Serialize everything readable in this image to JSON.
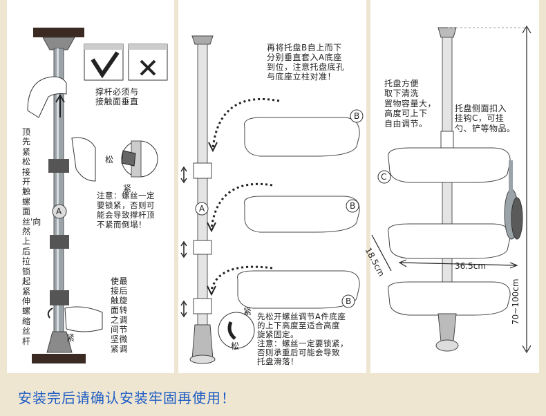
{
  "panel1": {
    "top_note": "撑杆必须与\n接触面垂直",
    "left_note": "顶先紧松接开触螺面丝'向然上后拉锁起紧伸螺缩丝杆",
    "loosen": "松",
    "tighten": "紧",
    "pole_label": "A",
    "warning": "注意：螺丝一定\n要锁紧，否则可\n能会导致撑杆顶\n不紧而倒塌！",
    "bottom_note": "使最\n接后\n触旋\n面转\n之调\n间节\n坚微\n紧调",
    "bottom_tighten": "紧"
  },
  "panel2": {
    "top_note": "再将托盘B自上而下\n分别垂直套入A底座\n到位，注意托盘底孔\n与底座立柱对准！",
    "tray_label": "B",
    "pole_label": "A",
    "tighten": "紧",
    "loosen": "松",
    "bottom_note": "先松开螺丝调节A件底座\n的上下高度至适合高度\n旋紧固定。\n注意：螺丝一定要锁紧，\n否则承重后可能会导致\n托盘滑落！"
  },
  "panel3": {
    "note_left": "托盘方便\n取下清洗\n置物容量大，\n高度可上下\n自由调节。",
    "note_right": "托盘侧面扣入\n挂钩C，可挂\n勺、铲等物品。",
    "hook_label": "C",
    "depth": "18.5cm",
    "width": "36.5cm",
    "height": "70~100cm"
  },
  "footer": {
    "warning": "安装完后请确认安装牢固再使用！"
  }
}
